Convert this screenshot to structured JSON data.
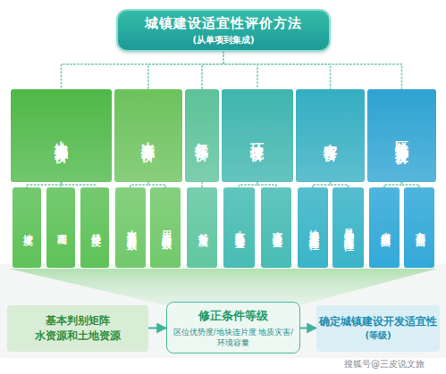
{
  "diagram": {
    "title": "城镇建设适宜性评价方法",
    "nodes": [
      {
        "text": [
          "城镇建设适宜性评价方法",
          "(从单项到集成)"
        ]
      },
      {
        "text": [
          "土地资源评价"
        ]
      },
      {
        "text": [
          "水资源评价"
        ]
      },
      {
        "text": [
          "气候评价"
        ]
      },
      {
        "text": [
          "环境评价"
        ]
      },
      {
        "text": [
          "灾害评价"
        ]
      },
      {
        "text": [
          "区位优势度评价"
        ]
      },
      {
        "text": [
          "坡度"
        ]
      },
      {
        "text": [
          "高程"
        ]
      },
      {
        "text": [
          "起伏度"
        ]
      },
      {
        "text": [
          "水资源总量模数"
        ]
      },
      {
        "text": [
          "用水总量模数"
        ]
      },
      {
        "text": [
          "舒适度"
        ]
      },
      {
        "text": [
          "大气环境容量"
        ]
      },
      {
        "text": [
          "水环境容量"
        ]
      },
      {
        "text": [
          "地质灾害危险性"
        ]
      },
      {
        "text": [
          "风暴潮灾害危险性"
        ]
      },
      {
        "text": [
          "省级层面"
        ]
      },
      {
        "text": [
          "市县层面"
        ]
      },
      {
        "text": [
          "基本判别矩阵",
          "水资源和土地资源"
        ]
      },
      {
        "text": [
          "修正条件等级",
          "区位优势度/地块连片度 地质灾害/环境容量"
        ]
      },
      {
        "text": [
          "确定城镇建设开发适宜性",
          "(等级)"
        ]
      }
    ],
    "edges": [
      {
        "from": 0,
        "to": 1,
        "arrow": "none"
      },
      {
        "from": 0,
        "to": 2,
        "arrow": "none"
      },
      {
        "from": 0,
        "to": 3,
        "arrow": "none"
      },
      {
        "from": 0,
        "to": 4,
        "arrow": "none"
      },
      {
        "from": 0,
        "to": 5,
        "arrow": "none"
      },
      {
        "from": 0,
        "to": 6,
        "arrow": "none"
      },
      {
        "from": 1,
        "to": 7,
        "arrow": "none"
      },
      {
        "from": 1,
        "to": 8,
        "arrow": "none"
      },
      {
        "from": 1,
        "to": 9,
        "arrow": "none"
      },
      {
        "from": 2,
        "to": 10,
        "arrow": "none"
      },
      {
        "from": 2,
        "to": 11,
        "arrow": "none"
      },
      {
        "from": 3,
        "to": 12,
        "arrow": "none"
      },
      {
        "from": 4,
        "to": 13,
        "arrow": "none"
      },
      {
        "from": 4,
        "to": 14,
        "arrow": "none"
      },
      {
        "from": 5,
        "to": 15,
        "arrow": "none"
      },
      {
        "from": 5,
        "to": 16,
        "arrow": "none"
      },
      {
        "from": 6,
        "to": 17,
        "arrow": "none"
      },
      {
        "from": 6,
        "to": 18,
        "arrow": "none"
      },
      {
        "from": 19,
        "to": 20,
        "arrow": "to"
      },
      {
        "from": 20,
        "to": 21,
        "arrow": "to"
      }
    ],
    "labels": [
      "搜狐号@三皮说文旅"
    ]
  }
}
